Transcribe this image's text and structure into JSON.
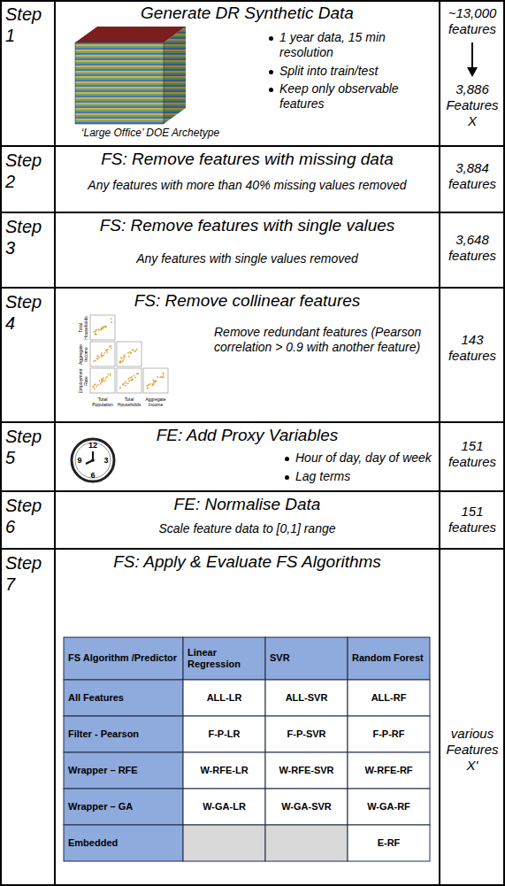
{
  "diagram": {
    "nodes": [
      {
        "text": [
          "Step 1"
        ]
      },
      {
        "text": [
          "Generate DR Synthetic Data",
          "1 year data, 15 min resolution",
          "Split into train/test",
          "Keep only observable features",
          "‘Large Office’ DOE Archetype"
        ]
      },
      {
        "text": [
          "~13,000 features",
          "3,886 Features X"
        ]
      },
      {
        "text": [
          "Step 2"
        ]
      },
      {
        "text": [
          "FS: Remove features with missing data",
          "Any features with more than 40% missing values removed"
        ]
      },
      {
        "text": [
          "3,884 features"
        ]
      },
      {
        "text": [
          "Step 3"
        ]
      },
      {
        "text": [
          "FS: Remove features with single values",
          "Any features with single values removed"
        ]
      },
      {
        "text": [
          "3,648 features"
        ]
      },
      {
        "text": [
          "Step 4"
        ]
      },
      {
        "text": [
          "FS: Remove collinear features",
          "Remove redundant features (Pearson correlation > 0.9 with another feature)"
        ]
      },
      {
        "text": [
          "143 features"
        ]
      },
      {
        "text": [
          "Step 5"
        ]
      },
      {
        "text": [
          "FE: Add Proxy Variables",
          "Hour of day, day of week",
          "Lag terms"
        ]
      },
      {
        "text": [
          "151 features"
        ]
      },
      {
        "text": [
          "Step 6"
        ]
      },
      {
        "text": [
          "FE: Normalise Data",
          "Scale feature data to [0,1] range"
        ]
      },
      {
        "text": [
          "151 features"
        ]
      },
      {
        "text": [
          "Step 7"
        ]
      },
      {
        "text": [
          "FS: Apply & Evaluate FS Algorithms"
        ]
      },
      {
        "text": [
          "various Features X'"
        ]
      }
    ],
    "labels": [
      "FS Algorithm /Predictor",
      "Linear Regression",
      "SVR",
      "Random Forest",
      "All Features",
      "ALL-LR",
      "ALL-SVR",
      "ALL-RF",
      "Filter - Pearson",
      "F-P-LR",
      "F-P-SVR",
      "F-P-RF",
      "Wrapper – RFE",
      "W-RFE-LR",
      "W-RFE-SVR",
      "W-RFE-RF",
      "Wrapper – GA",
      "W-GA-LR",
      "W-GA-SVR",
      "W-GA-RF",
      "Embedded",
      "E-RF",
      "12",
      "3",
      "6",
      "9",
      "Total Households",
      "Aggregate Income",
      "Employment Rate",
      "Total Population",
      "Total Households",
      "Aggregate Income"
    ]
  }
}
